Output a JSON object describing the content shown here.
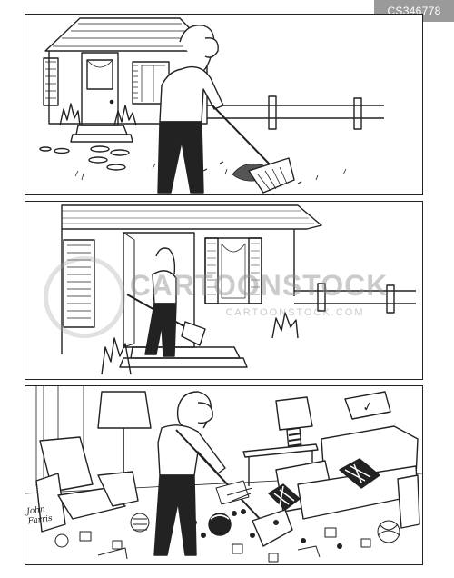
{
  "stock_id": "CS346778",
  "watermark": {
    "main": "CARTOONSTOCK",
    "sub": "CARTOONSTOCK.COM"
  },
  "signature": {
    "line1": "John",
    "line2": "Farris"
  },
  "sign_text": "✓",
  "panels": [
    {
      "scene": "yard-raking"
    },
    {
      "scene": "entering-house"
    },
    {
      "scene": "messy-living-room"
    }
  ]
}
